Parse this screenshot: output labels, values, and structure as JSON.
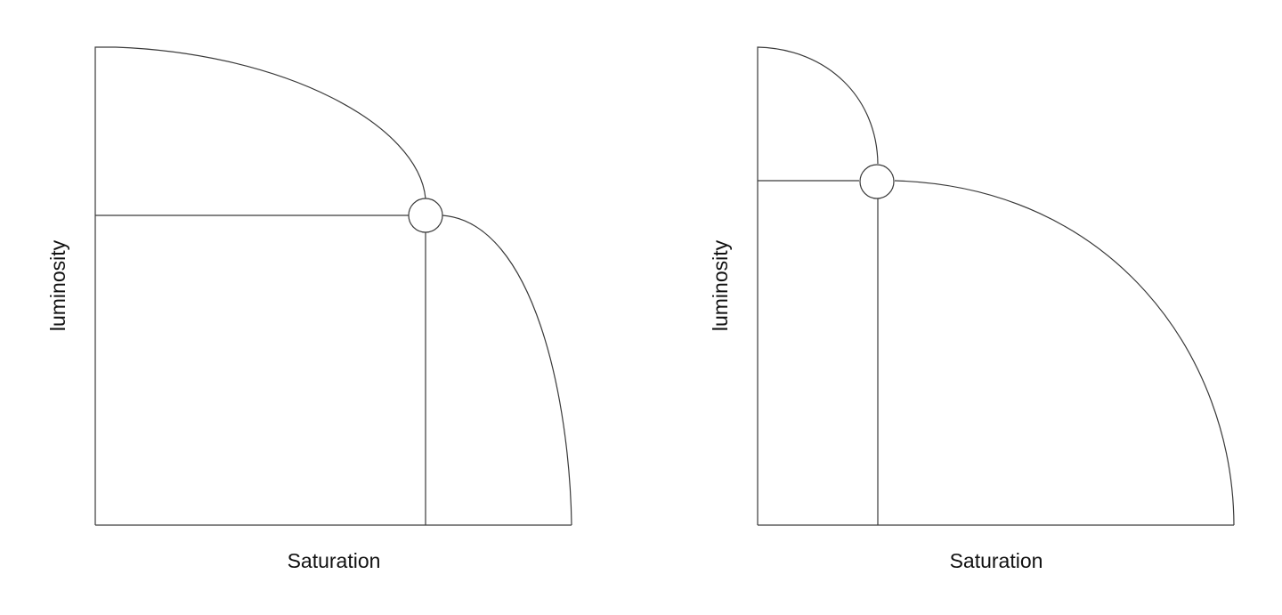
{
  "panels": [
    {
      "x_label": "Saturation",
      "y_label": "luminosity"
    },
    {
      "x_label": "Saturation",
      "y_label": "luminosity"
    }
  ],
  "colors": {
    "line": "#3a3a3a",
    "text": "#111111",
    "background": "#ffffff"
  }
}
